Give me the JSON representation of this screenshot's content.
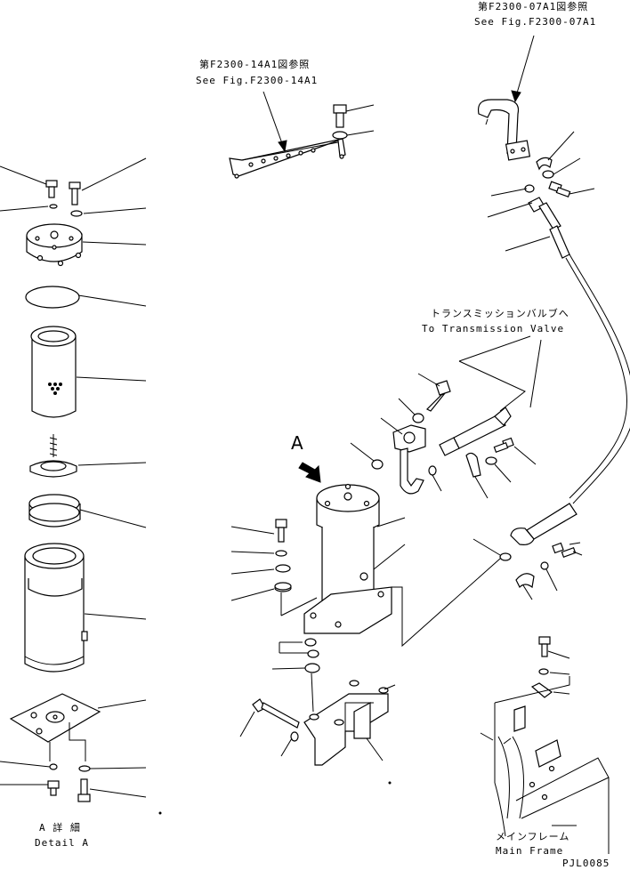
{
  "labels": {
    "ref_07a1_jp": "第F2300-07A1図参照",
    "ref_07a1_en": "See Fig.F2300-07A1",
    "ref_14a1_jp": "第F2300-14A1図参照",
    "ref_14a1_en": "See Fig.F2300-14A1",
    "to_valve_jp": "トランスミッションバルブへ",
    "to_valve_en": "To Transmission Valve",
    "view_marker": "A",
    "detail_jp": "A 詳 細",
    "detail_en": "Detail A",
    "main_frame_jp": "メインフレーム",
    "main_frame_en": "Main Frame",
    "drawing_code": "PJL0085"
  }
}
